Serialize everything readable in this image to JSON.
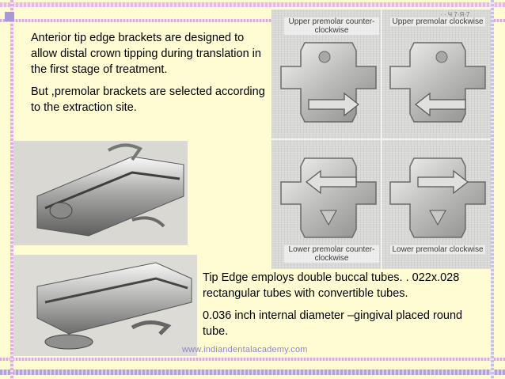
{
  "slide": {
    "paragraph_top_1": "Anterior tip edge brackets are designed to allow distal crown tipping during translation in the first stage of treatment.",
    "paragraph_top_2": "But ,premolar brackets are selected according to the extraction site.",
    "paragraph_bottom_1": "Tip Edge employs double buccal tubes. . 022x.028 rectangular tubes with convertible tubes.",
    "paragraph_bottom_2": "0.036 inch internal diameter –gingival placed round tube.",
    "watermark": "www.indiandentalacademy.com"
  },
  "diagram": {
    "top_left_label": "Upper premolar counter-clockwise",
    "top_right_label": "Upper premolar clockwise",
    "bottom_left_label": "Lower premolar counter-clockwise",
    "bottom_right_label": "Lower premolar clockwise",
    "corner_number": "· ·  Ч 7·Я·7"
  },
  "colors": {
    "background": "#fffbd2",
    "border_pink": "#e8b7e2",
    "border_lavender": "#b0a0dc",
    "watermark": "#8e86c8"
  }
}
